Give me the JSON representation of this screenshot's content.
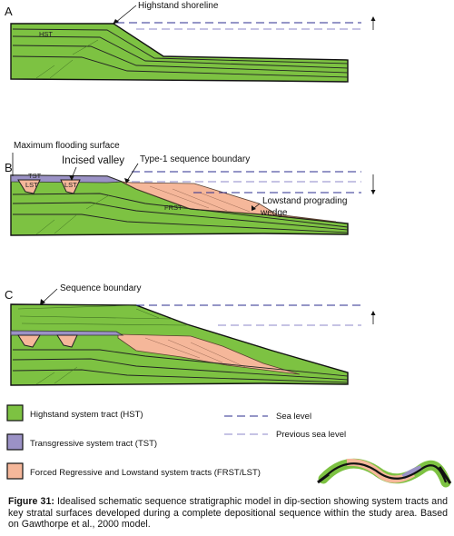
{
  "panels": {
    "a": {
      "letter": "A",
      "highstand_shoreline": "Highstand shoreline",
      "hst": "HST"
    },
    "b": {
      "letter": "B",
      "maximum_flooding_surface": "Maximum flooding surface",
      "incised_valley": "Incised valley",
      "type1_boundary": "Type-1 sequence boundary",
      "lowstand_wedge_line1": "Lowstand prograding",
      "lowstand_wedge_line2": "wedge",
      "tst": "TST",
      "lst_1": "LST",
      "lst_2": "LST",
      "frst": "FRST"
    },
    "c": {
      "letter": "C",
      "sequence_boundary": "Sequence boundary"
    }
  },
  "legend": {
    "hst": "Highstand system tract (HST)",
    "tst": "Transgressive system tract (TST)",
    "frst": "Forced Regressive and Lowstand system tracts (FRST/LST)",
    "sea_level": "Sea level",
    "previous_sea_level": "Previous sea level"
  },
  "caption": {
    "label": "Figure 31:",
    "text": " Idealised schematic sequence stratigraphic model in dip-section showing system tracts and key stratal surfaces developed during a complete depositional sequence within the study area. Based on Gawthorpe et al., 2000 model."
  },
  "colors": {
    "hst": "#7dc242",
    "tst": "#9b92c6",
    "frst": "#f5b79a",
    "sea_level": "#2b2d8f",
    "previous_sea_level": "#8c87c9"
  }
}
